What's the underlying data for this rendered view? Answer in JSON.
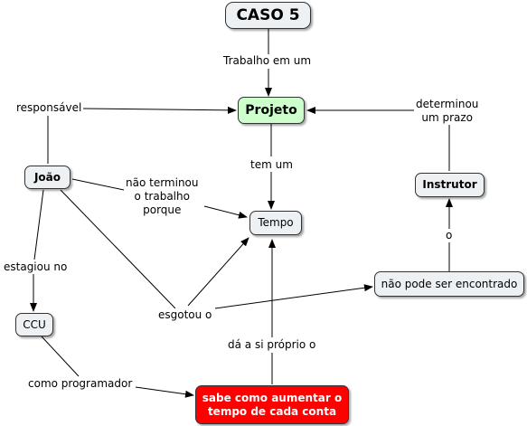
{
  "nodes": {
    "caso": "CASO 5",
    "projeto": "Projeto",
    "joao": "João",
    "instrutor": "Instrutor",
    "tempo": "Tempo",
    "ccu": "CCU",
    "nao_pode": "não pode ser encontrado",
    "sabe_l1": "sabe como aumentar o",
    "sabe_l2": "tempo de cada conta"
  },
  "links": {
    "trabalho": "Trabalho em um",
    "responsavel": "responsável",
    "determinou_l1": "determinou",
    "determinou_l2": "um prazo",
    "tem_um": "tem um",
    "nao_terminou_l1": "não terminou",
    "nao_terminou_l2": "o trabalho",
    "nao_terminou_l3": "porque",
    "o": "o",
    "estagiou": "estagiou no",
    "esgotou": "esgotou o",
    "da_a_si": "dá a si próprio o",
    "como_programador": "como programador"
  },
  "colors": {
    "projeto_fill": "#ccffcc",
    "sabe_fill": "#ff0000",
    "default_fill": "#eef1f4"
  }
}
